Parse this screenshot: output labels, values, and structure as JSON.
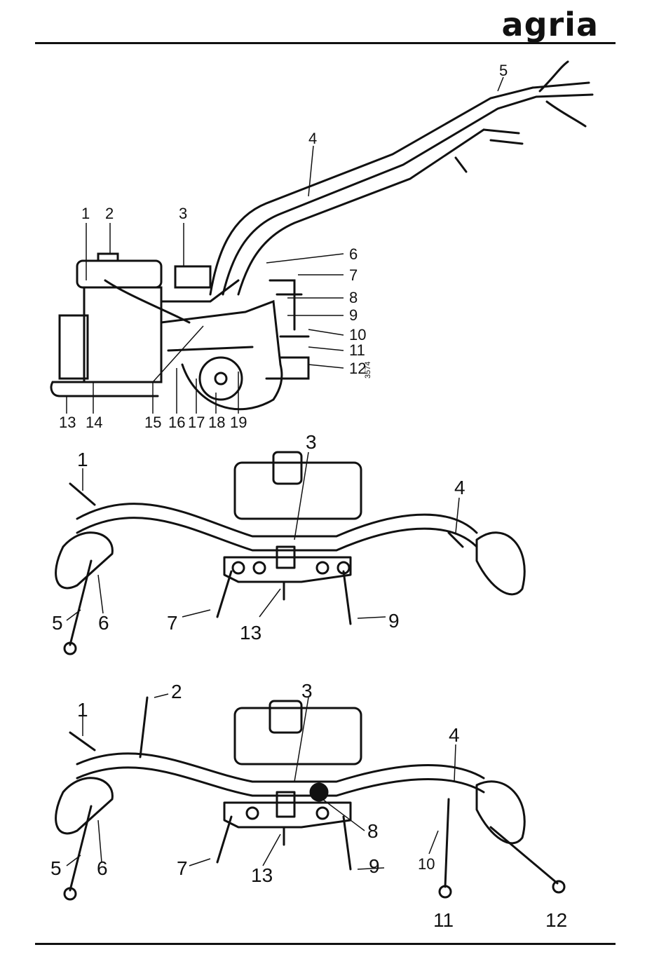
{
  "header": {
    "logo_text": "agria"
  },
  "figure1": {
    "labels": [
      "1",
      "2",
      "3",
      "4",
      "5",
      "6",
      "7",
      "8",
      "9",
      "10",
      "11",
      "12",
      "13",
      "14",
      "15",
      "16",
      "17",
      "18",
      "19"
    ],
    "code": "3574"
  },
  "figure2": {
    "labels": [
      "1",
      "3",
      "4",
      "5",
      "6",
      "7",
      "13",
      "9"
    ]
  },
  "figure3": {
    "labels": [
      "1",
      "2",
      "3",
      "4",
      "5",
      "6",
      "7",
      "13",
      "8",
      "9",
      "10",
      "11",
      "12"
    ]
  }
}
